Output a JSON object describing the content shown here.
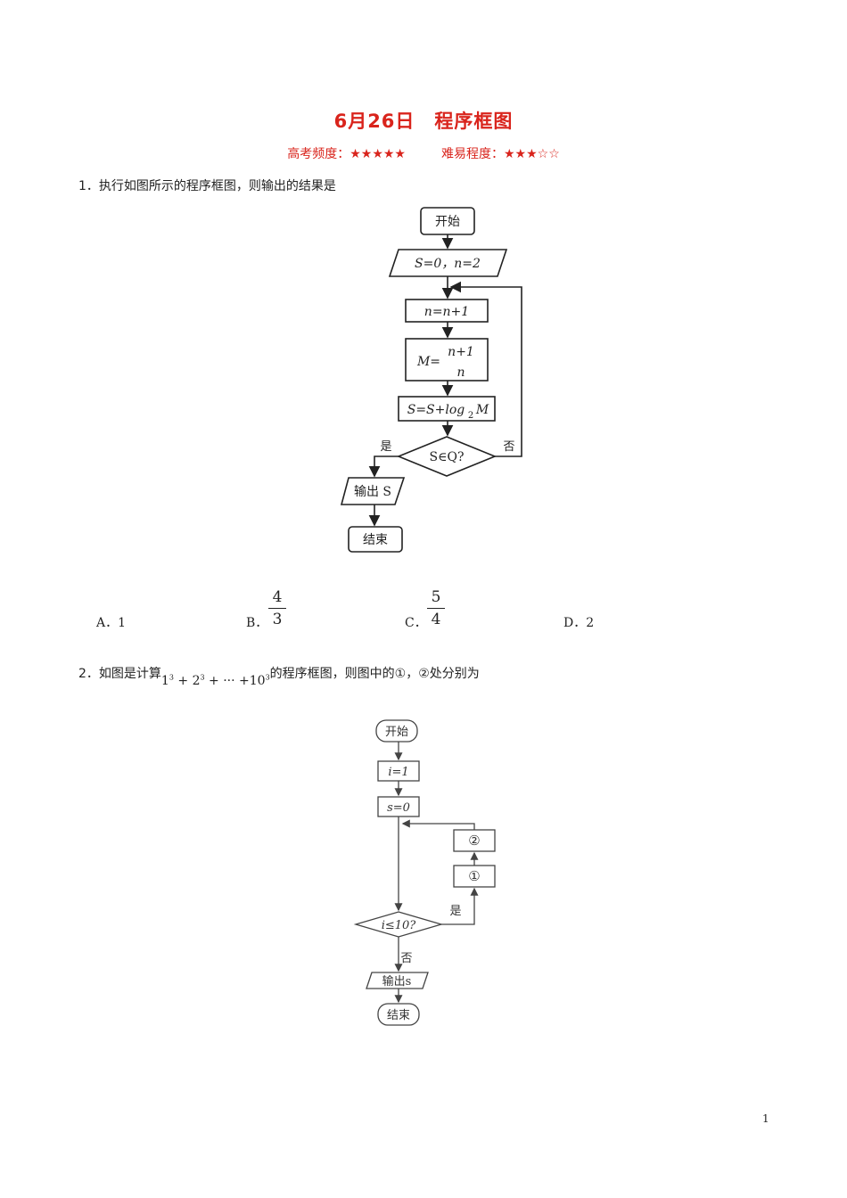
{
  "header": {
    "title_date": "6月26日",
    "title_topic": "程序框图",
    "frequency_label": "高考频度：★★★★★",
    "difficulty_label": "难易程度：★★★☆☆"
  },
  "q1": {
    "stem": "1．执行如图所示的程序框图，则输出的结果是",
    "flow": {
      "start": "开始",
      "init": "S=0，n=2",
      "step_n": "n=n+1",
      "step_m_left": "M=",
      "step_m_num": "n+1",
      "step_m_den": "n",
      "step_s": "S=S+log",
      "step_s_sub": "2",
      "step_s_end": "M",
      "cond": "S∈Q?",
      "yes": "是",
      "no": "否",
      "output": "输出 S",
      "end": "结束"
    },
    "options": {
      "a_label": "A．1",
      "b_label": "B．",
      "b_num": "4",
      "b_den": "3",
      "c_label": "C．",
      "c_num": "5",
      "c_den": "4",
      "d_label": "D．2"
    }
  },
  "q2": {
    "stem_before": "2．如图是计算",
    "math_1": "1",
    "math_exp": "3",
    "math_2": "+ 2",
    "math_3": "+ ··· +10",
    "stem_after": "的程序框图，则图中的①，②处分别为",
    "flow": {
      "start": "开始",
      "init_i": "i=1",
      "init_s": "s=0",
      "box2": "②",
      "box1": "①",
      "cond": "i≤10?",
      "yes": "是",
      "no": "否",
      "output": "输出s",
      "end": "结束"
    }
  },
  "footer": {
    "page_number": "1"
  }
}
